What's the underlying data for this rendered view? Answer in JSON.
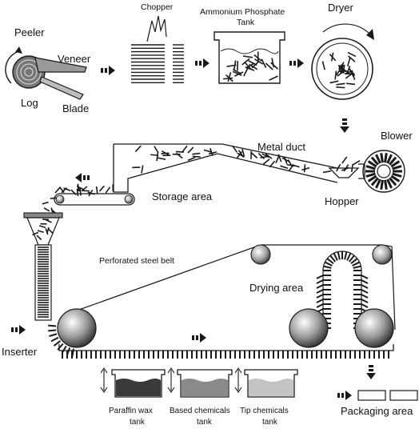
{
  "labels": {
    "peeler": "Peeler",
    "veneer": "Veneer",
    "log": "Log",
    "blade": "Blade",
    "chopper": "Chopper",
    "ammonium_line1": "Ammonium Phosphate",
    "ammonium_line2": "Tank",
    "dryer": "Dryer",
    "blower": "Blower",
    "metal_duct": "Metal duct",
    "storage_area": "Storage area",
    "hopper": "Hopper",
    "perforated_belt": "Perforated steel belt",
    "drying_area": "Drying area",
    "inserter": "Inserter",
    "paraffin_line1": "Paraffin wax",
    "paraffin_line2": "tank",
    "based_line1": "Based chemicals",
    "based_line2": "tank",
    "tip_line1": "Tip chemicals",
    "tip_line2": "tank",
    "packaging_area": "Packaging area"
  },
  "colors": {
    "line": "#1a1a1a",
    "paraffin": "#3a3a3a",
    "based": "#8a8a8a",
    "tip": "#c4c4c4"
  }
}
